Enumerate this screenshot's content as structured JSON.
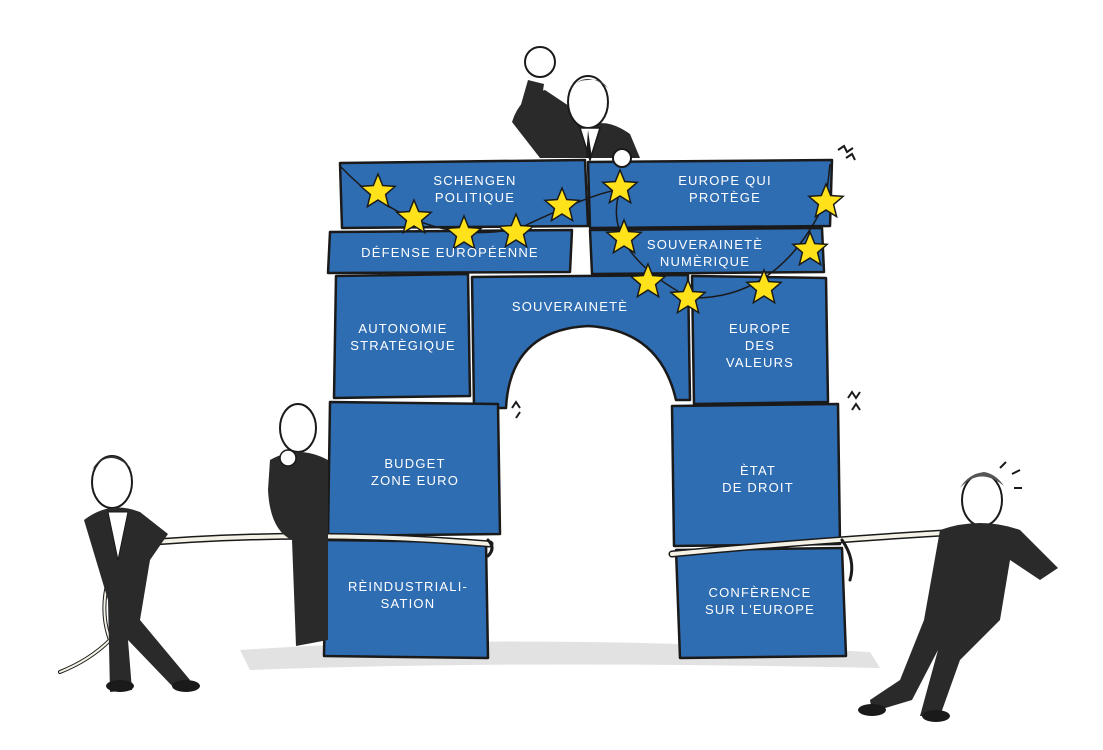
{
  "colors": {
    "block_blue": "#2f6db3",
    "block_outline": "#1a1a1a",
    "star_yellow": "#ffe21a",
    "suit": "#2a2a2a",
    "rope": "#f4f1e6"
  },
  "blocks": {
    "schengen": [
      "SCHENGEN",
      "POLITIQUE"
    ],
    "europe_protege": [
      "EUROPE QUI",
      "PROTÈGE"
    ],
    "defense": [
      "DÉFENSE EUROPÉENNE"
    ],
    "souverainete_numerique": [
      "SOUVERAINETÈ",
      "NUMÈRIQUE"
    ],
    "souverainete": [
      "SOUVERAINETÈ"
    ],
    "autonomie": [
      "AUTONOMIE",
      "STRATÈGIQUE"
    ],
    "europe_valeurs": [
      "EUROPE",
      "DES",
      "VALEURS"
    ],
    "budget": [
      "BUDGET",
      "ZONE EURO"
    ],
    "etat_droit": [
      "ÈTAT",
      "DE DROIT"
    ],
    "reindustrialisation": [
      "RÈINDUSTRIALI-",
      "SATION"
    ],
    "conference": [
      "CONFÈRENCE",
      "SUR L'EUROPE"
    ]
  },
  "figures": [
    "man-on-top-fist-raised",
    "man-pulling-left",
    "man-thinking-behind-pillar",
    "man-pulling-right"
  ],
  "icons": [
    "eu-star-icon",
    "rope-icon",
    "raised-fist-icon"
  ]
}
